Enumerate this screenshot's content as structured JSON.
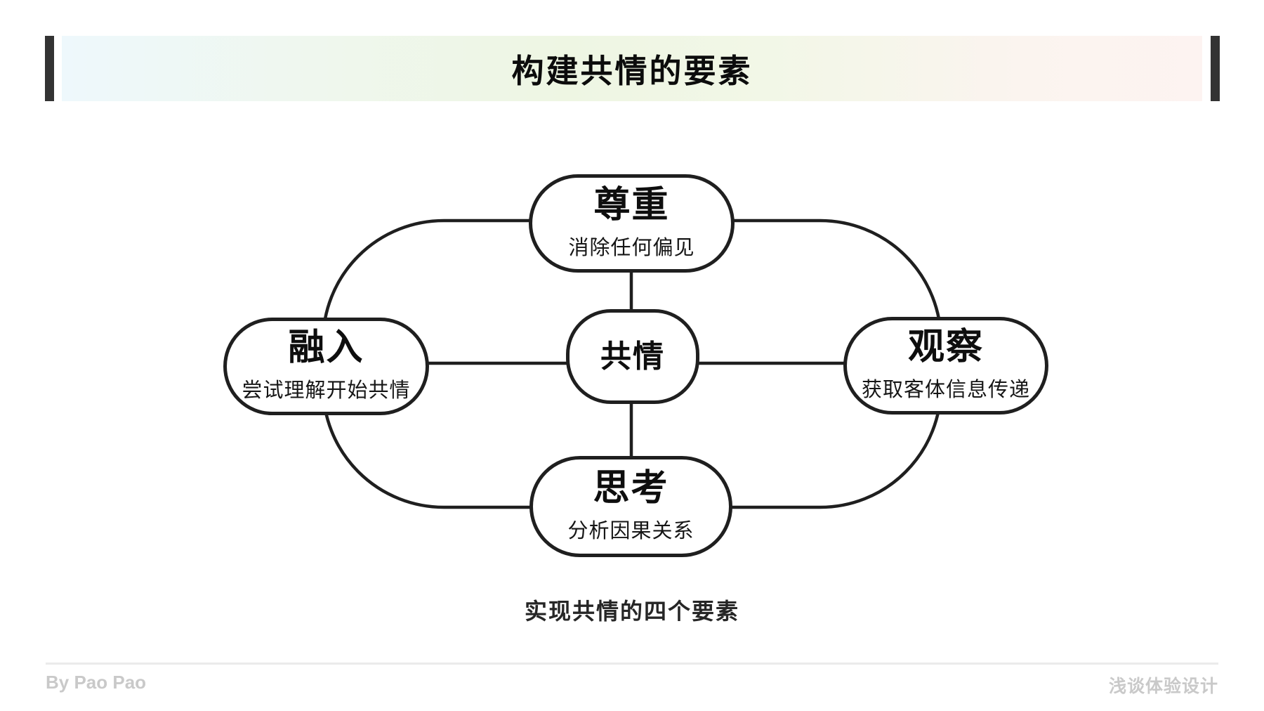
{
  "header": {
    "title": "构建共情的要素"
  },
  "diagram": {
    "center": {
      "title": "共情"
    },
    "nodes": [
      {
        "position": "top",
        "title": "尊重",
        "subtitle": "消除任何偏见"
      },
      {
        "position": "left",
        "title": "融入",
        "subtitle": "尝试理解开始共情"
      },
      {
        "position": "right",
        "title": "观察",
        "subtitle": "获取客体信息传递"
      },
      {
        "position": "bottom",
        "title": "思考",
        "subtitle": "分析因果关系"
      }
    ],
    "caption": "实现共情的四个要素"
  },
  "footer": {
    "author": "By Pao Pao",
    "brand": "浅谈体验设计"
  },
  "colors": {
    "stroke": "#1f1f1f",
    "bar": "#333333",
    "grad-a": "#eef8fc",
    "grad-b": "#eff7ee",
    "grad-c": "#eef6e3",
    "grad-d": "#f2f7e7",
    "grad-e": "#fbf4ef",
    "grad-f": "#fdf3f1",
    "footer-text": "#c9c9c9",
    "footer-line": "#ebebeb"
  }
}
